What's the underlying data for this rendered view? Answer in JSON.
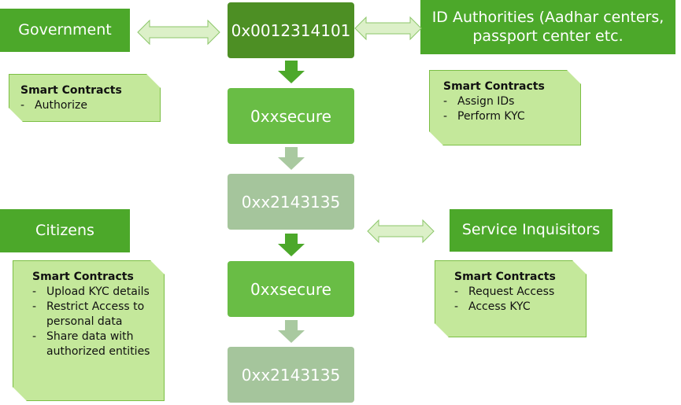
{
  "colors": {
    "label_green": "#4ca82a",
    "chain_dark": "#4d8f24",
    "chain_mid": "#69bd45",
    "chain_pale": "#a5c59c",
    "note_fill": "#c4e89b",
    "arrow_fill": "#dcf0c8"
  },
  "entities": {
    "government": "Government",
    "id_authorities": "ID Authorities  (Aadhar centers, passport center etc.",
    "citizens": "Citizens",
    "service_inquisitors": "Service Inquisitors"
  },
  "chain": {
    "block1": "0x0012314101",
    "block2": "0xxsecure",
    "block3": "0xx2143135",
    "block4": "0xxsecure",
    "block5": "0xx2143135"
  },
  "notes": {
    "government": {
      "title": "Smart Contracts",
      "items": [
        "Authorize"
      ]
    },
    "id_authorities": {
      "title": "Smart Contracts",
      "items": [
        "Assign IDs",
        "Perform KYC"
      ]
    },
    "citizens": {
      "title": "Smart Contracts",
      "items": [
        "Upload KYC details",
        "Restrict Access to personal data",
        "Share data with authorized entities"
      ]
    },
    "service_inquisitors": {
      "title": "Smart Contracts",
      "items": [
        "Request Access",
        "Access KYC"
      ]
    }
  }
}
